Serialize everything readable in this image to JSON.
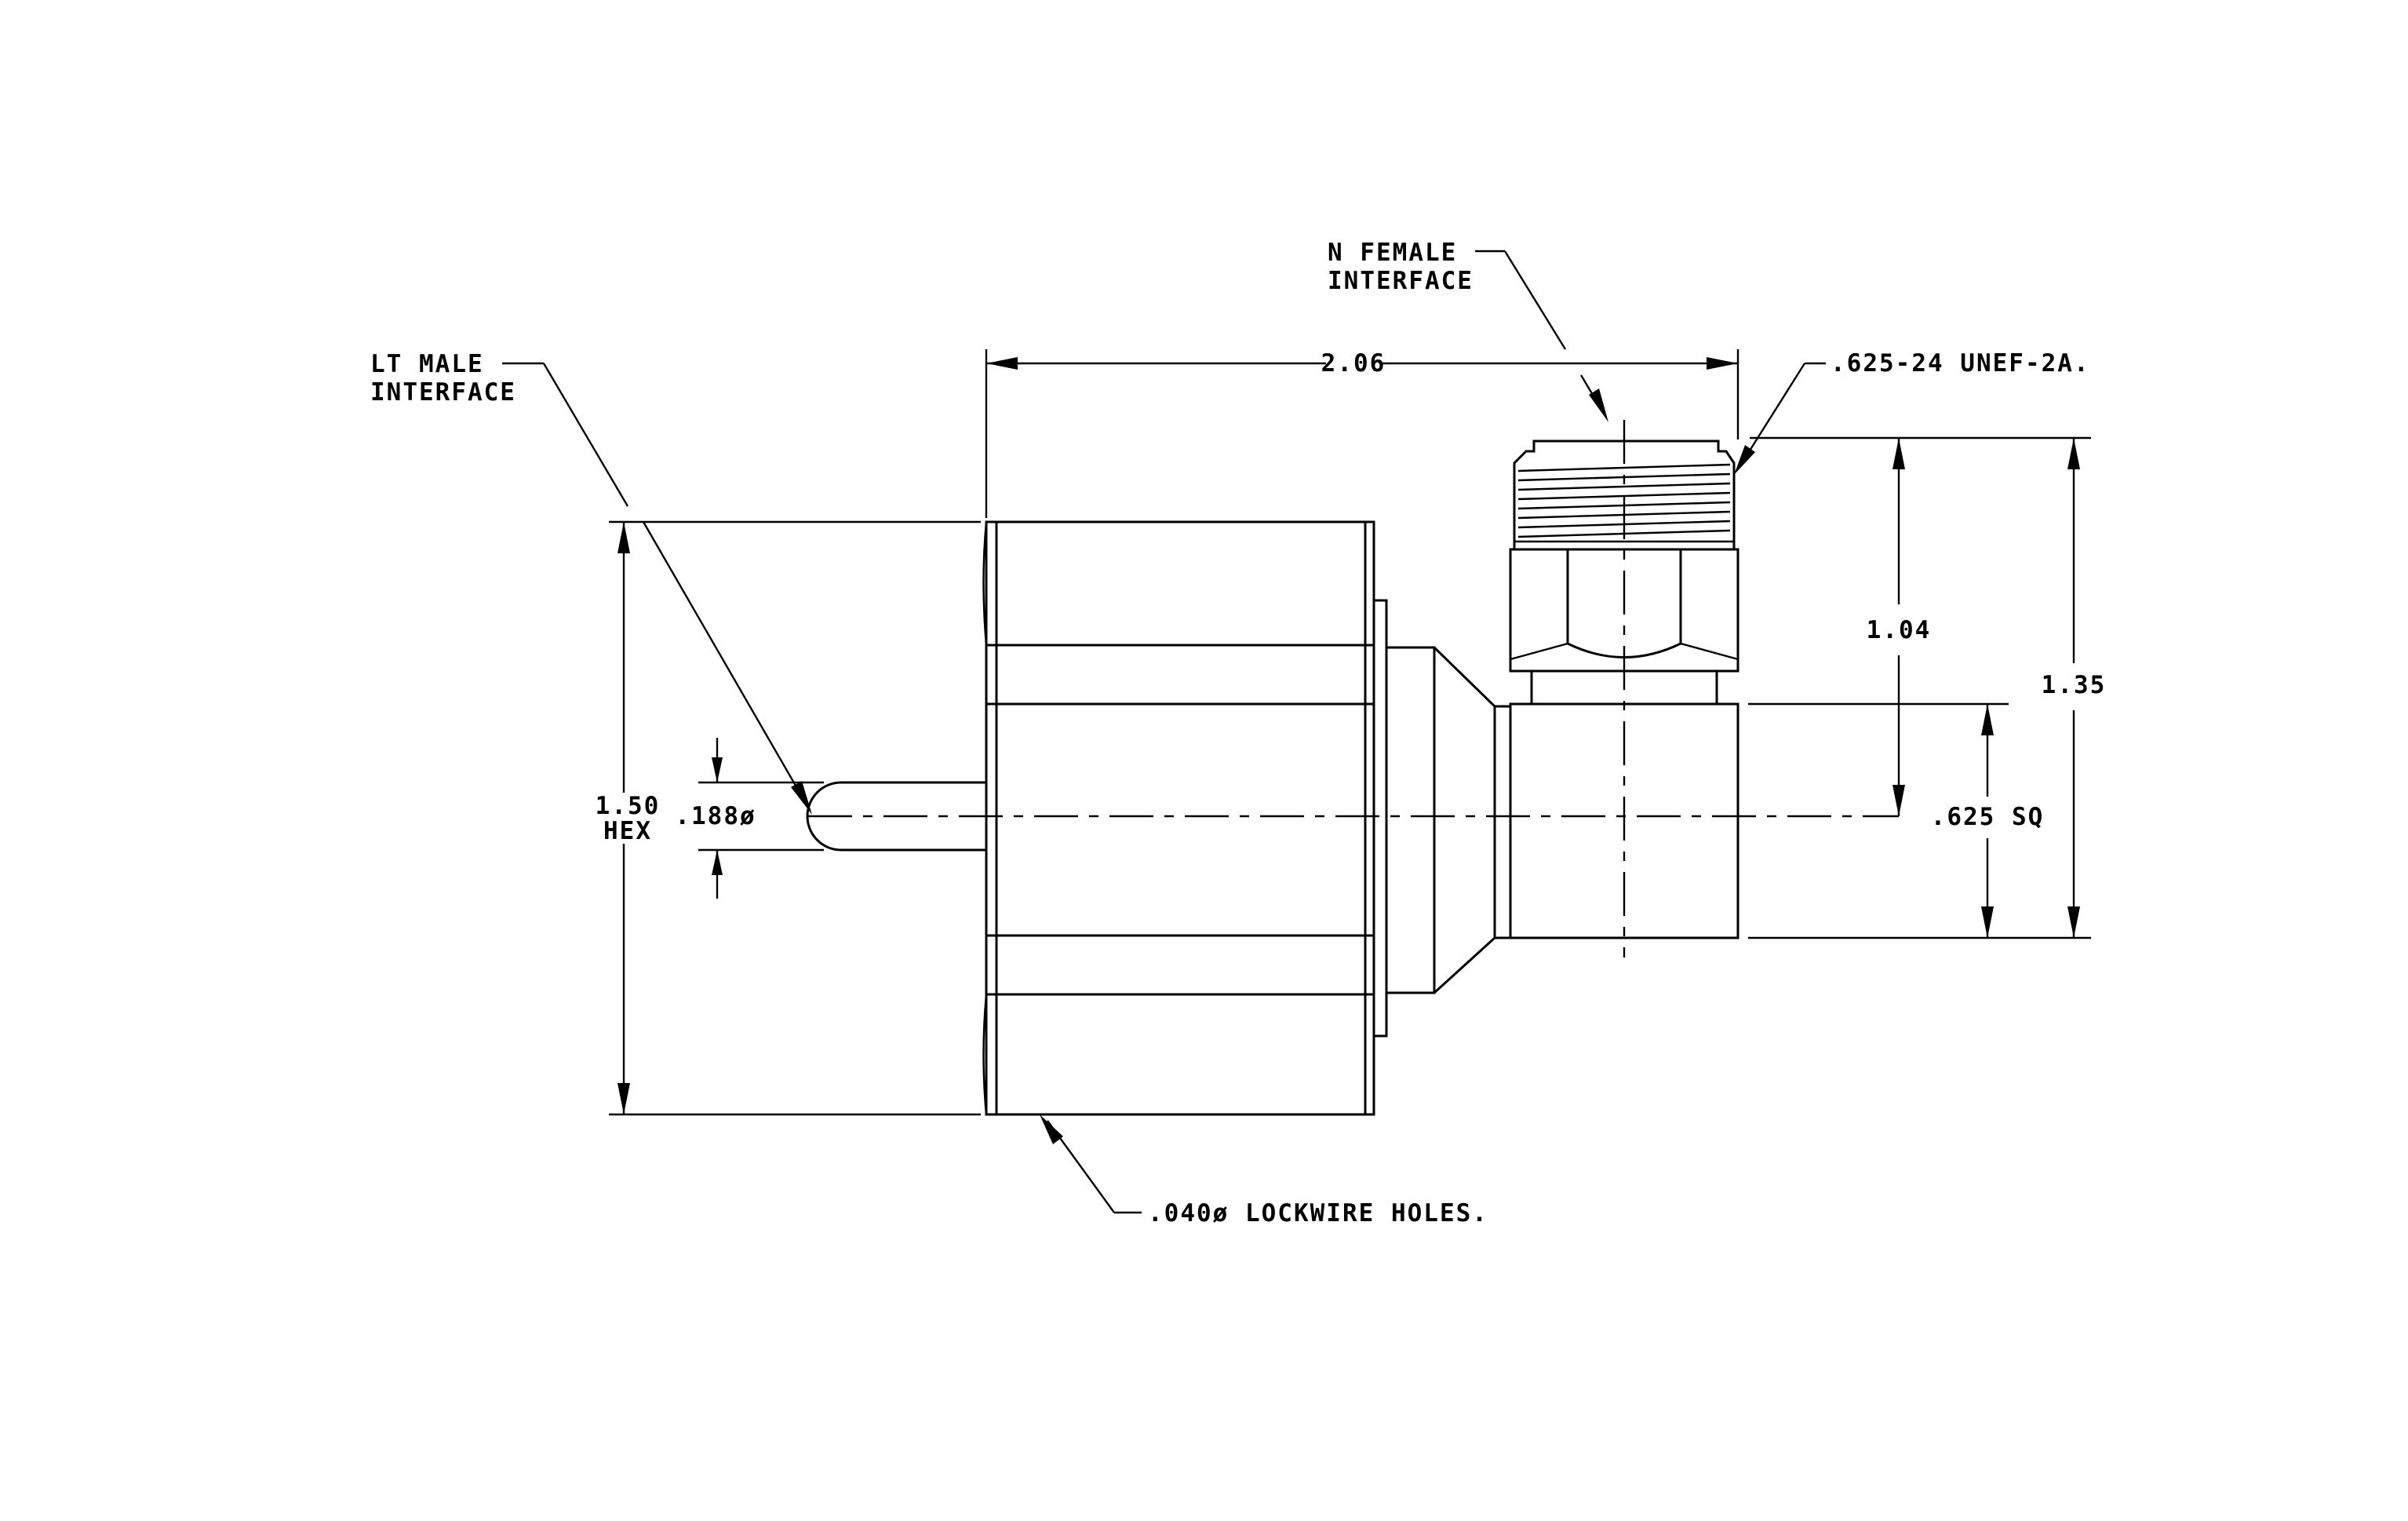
{
  "annotations": {
    "lt_male_line1": "LT MALE",
    "lt_male_line2": "INTERFACE",
    "n_female_line1": "N FEMALE",
    "n_female_line2": "INTERFACE",
    "thread_spec": ".625-24 UNEF-2A.",
    "lockwire": ".040ø LOCKWIRE HOLES."
  },
  "dimensions": {
    "overall_length": "2.06",
    "hex_size_line1": "1.50",
    "hex_size_line2": "HEX",
    "pin_diameter": ".188ø",
    "height_to_axis": "1.04",
    "overall_height": "1.35",
    "square_body": ".625 SQ"
  },
  "colors": {
    "line": "#000000",
    "background": "#ffffff"
  }
}
